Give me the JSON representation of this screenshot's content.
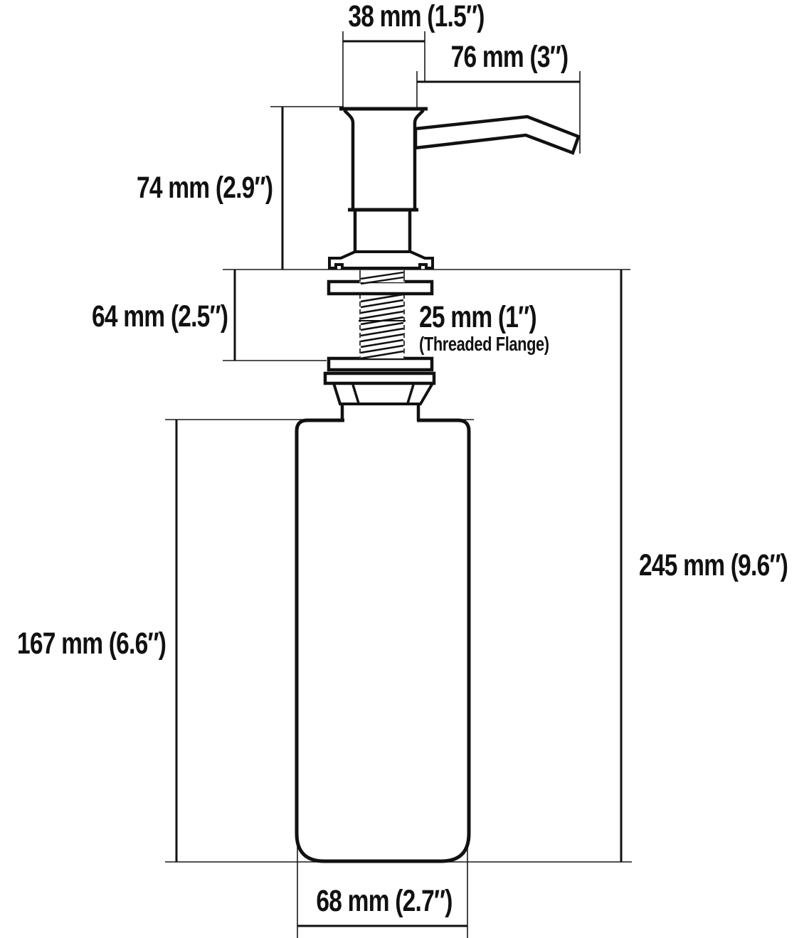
{
  "page": {
    "background": "#ffffff",
    "ink": "#111111"
  },
  "diagram": {
    "type": "technical-dimension-drawing",
    "subject": "soap-dispenser-pump-with-bottle",
    "dimensions": {
      "cap_width": "38 mm (1.5″)",
      "spout_reach": "76 mm (3″)",
      "head_height": "74 mm (2.9″)",
      "mount_height": "64 mm (2.5″)",
      "flange_size": "25 mm (1″)",
      "flange_note": "(Threaded Flange)",
      "total_height": "245 mm (9.6″)",
      "bottle_height": "167 mm (6.6″)",
      "bottle_width": "68 mm (2.7″)"
    }
  }
}
